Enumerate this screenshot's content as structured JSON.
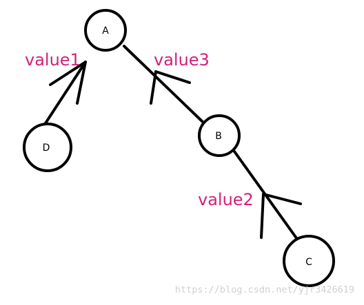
{
  "colors": {
    "node_stroke": "#000000",
    "edge_stroke": "#000000",
    "edge_label": "#d4207a",
    "watermark": "#cccccc"
  },
  "nodes": {
    "a": "A",
    "b": "B",
    "c": "C",
    "d": "D"
  },
  "edge_labels": {
    "d_to_a": "value1",
    "b_to_c": "value2",
    "a_to_b": "value3"
  },
  "watermark": "https://blog.csdn.net/yjr3426619"
}
